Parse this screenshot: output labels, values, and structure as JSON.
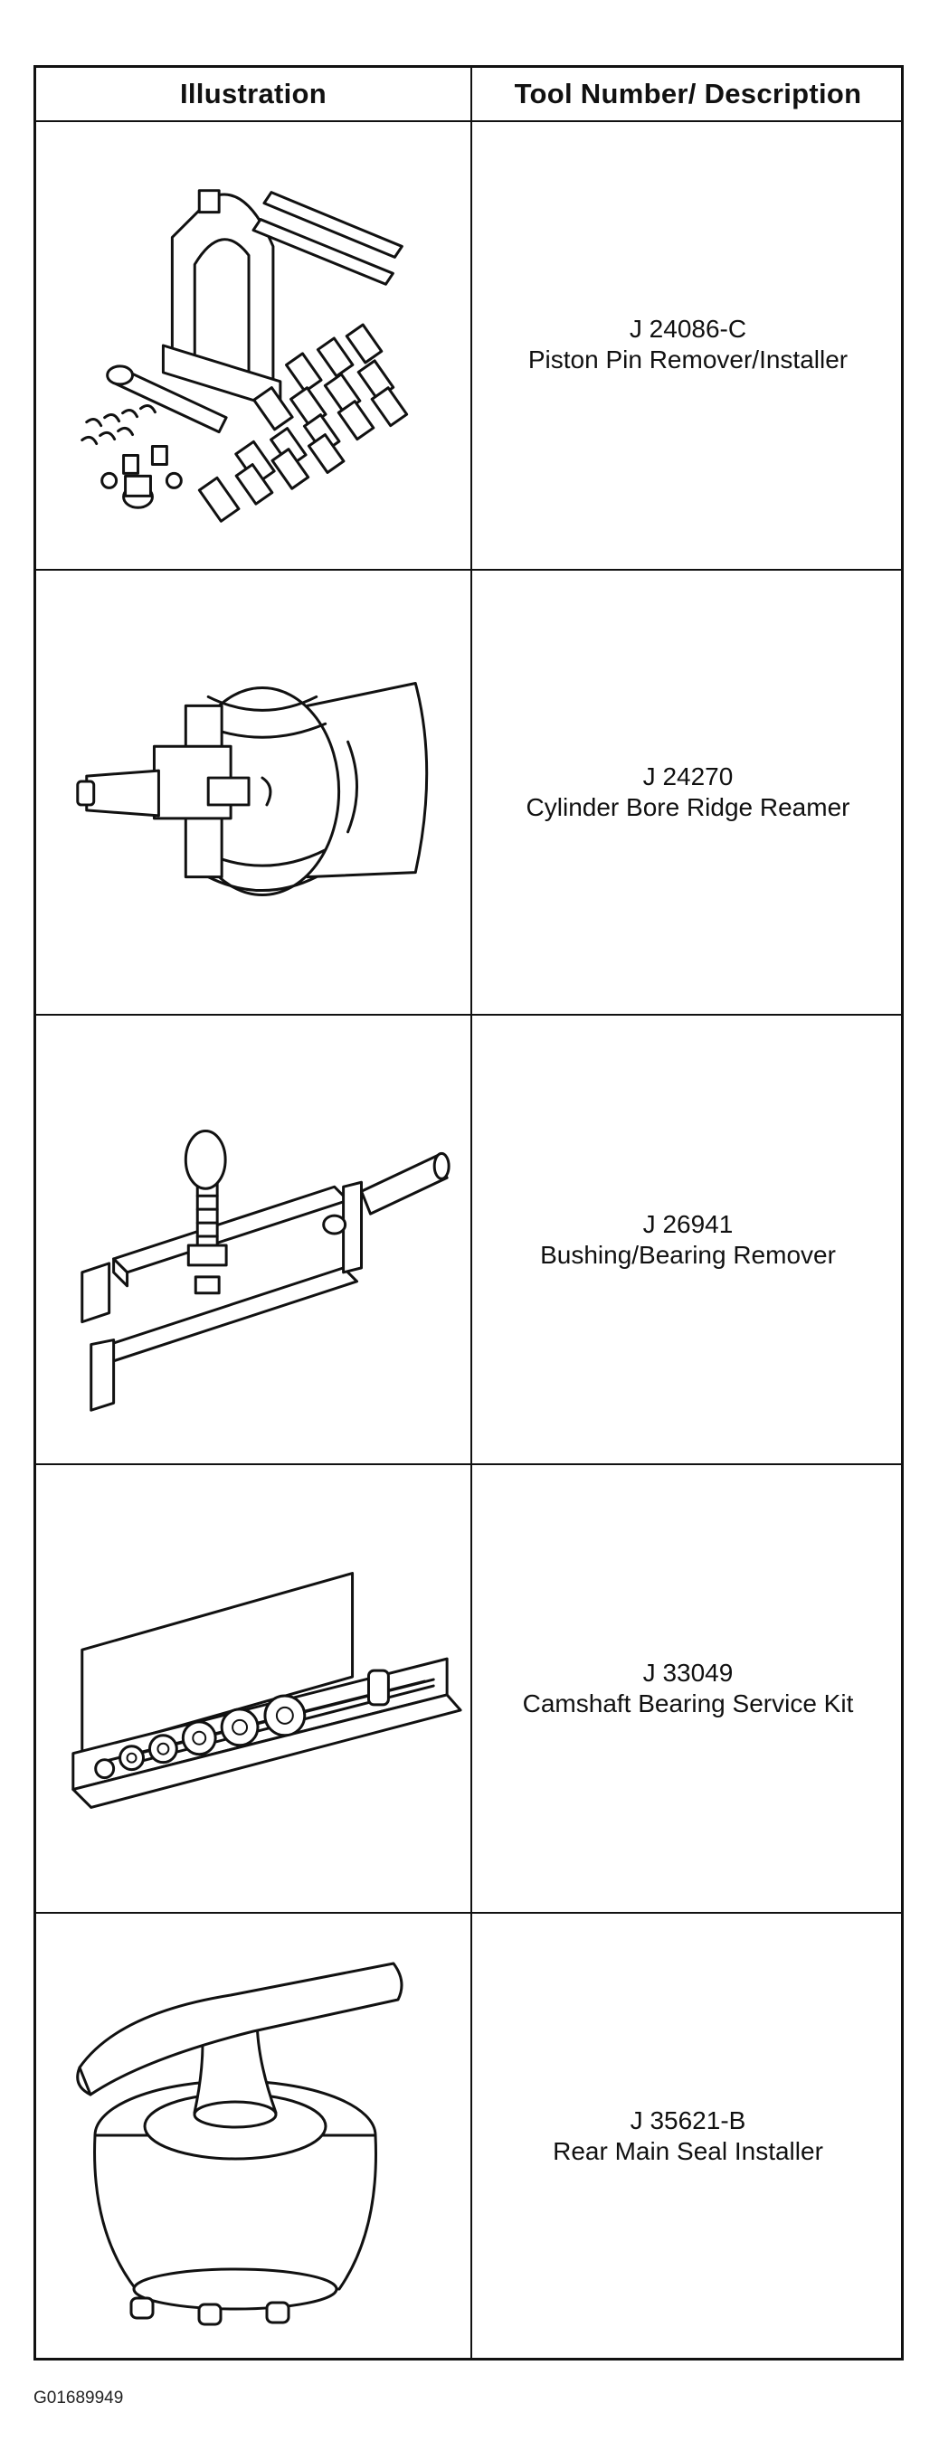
{
  "table": {
    "headers": {
      "illustration": "Illustration",
      "tool": "Tool Number/ Description"
    },
    "rows": [
      {
        "number": "J 24086-C",
        "description": "Piston Pin Remover/Installer",
        "icon": "piston-pin-tool-icon"
      },
      {
        "number": "J 24270",
        "description": "Cylinder Bore Ridge Reamer",
        "icon": "ridge-reamer-icon"
      },
      {
        "number": "J 26941",
        "description": "Bushing/Bearing Remover",
        "icon": "bushing-remover-icon"
      },
      {
        "number": "J 33049",
        "description": "Camshaft Bearing Service Kit",
        "icon": "camshaft-kit-icon"
      },
      {
        "number": "J 35621-B",
        "description": "Rear Main Seal Installer",
        "icon": "seal-installer-icon"
      }
    ]
  },
  "figure_id": "G01689949"
}
